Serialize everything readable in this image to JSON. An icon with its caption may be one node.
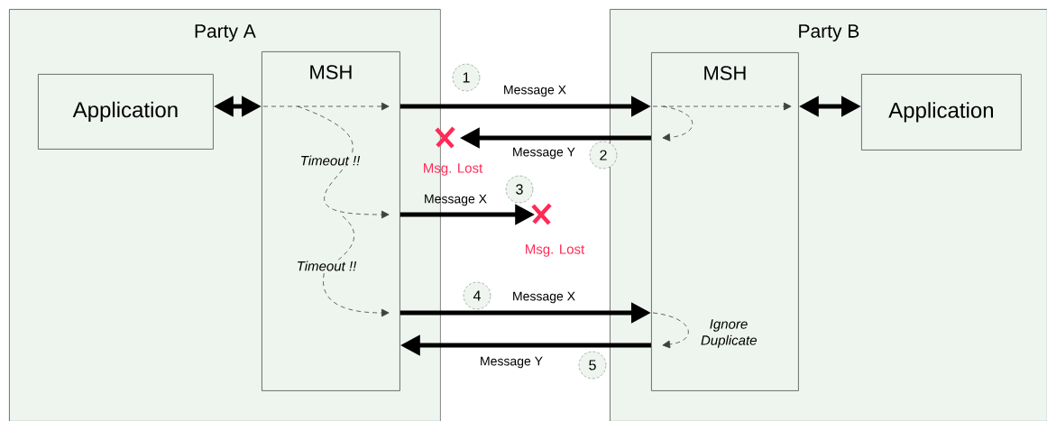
{
  "diagram": {
    "nodes": [
      {
        "text": [
          "Party A"
        ]
      },
      {
        "text": [
          "Application"
        ],
        "in": 0
      },
      {
        "text": [
          "MSH"
        ],
        "in": 0
      },
      {
        "text": [
          "Party B"
        ]
      },
      {
        "text": [
          "MSH"
        ],
        "in": 3
      },
      {
        "text": [
          "Application"
        ],
        "in": 3
      },
      {
        "text": [],
        "shape": "cross",
        "beside": [
          "Msg. Lost"
        ]
      },
      {
        "text": [],
        "shape": "cross",
        "beside": [
          "Msg. Lost"
        ]
      },
      {
        "text": [
          "1"
        ]
      },
      {
        "text": [
          "2"
        ]
      },
      {
        "text": [
          "3"
        ]
      },
      {
        "text": [
          "4"
        ]
      },
      {
        "text": [
          "5"
        ]
      }
    ],
    "edges": [
      {
        "from": 1,
        "to": 2,
        "arrow": "both"
      },
      {
        "from": 2,
        "to": 4,
        "arrow": "to",
        "label": "Message X"
      },
      {
        "from": 4,
        "to": 6,
        "arrow": "to",
        "label": "Message Y"
      },
      {
        "from": 2,
        "to": 7,
        "arrow": "to",
        "label": "Message X"
      },
      {
        "from": 2,
        "to": 4,
        "arrow": "to",
        "label": "Message X"
      },
      {
        "from": 4,
        "to": 2,
        "arrow": "to",
        "label": "Message Y"
      },
      {
        "from": 4,
        "to": 5,
        "arrow": "both"
      }
    ],
    "labels": [
      "Timeout !!",
      "Timeout !!",
      "Ignore Duplicate"
    ]
  }
}
